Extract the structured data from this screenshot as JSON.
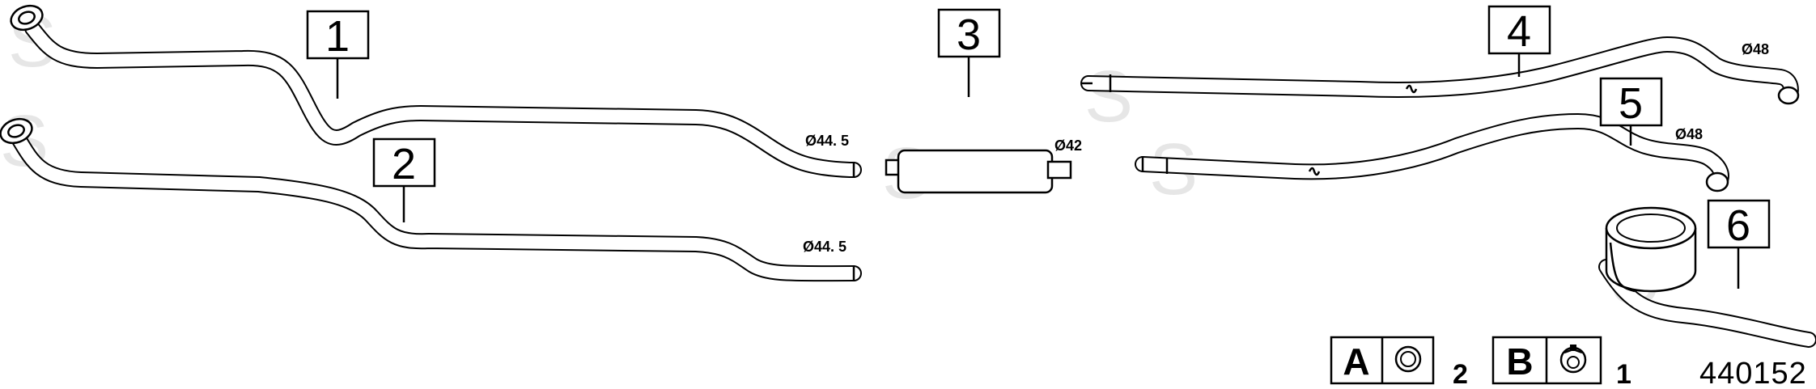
{
  "diagram": {
    "parts": [
      {
        "id": "1",
        "label": "1",
        "diameter": "Ø44. 5"
      },
      {
        "id": "2",
        "label": "2",
        "diameter": "Ø44. 5"
      },
      {
        "id": "3",
        "label": "3",
        "diameter": "Ø42"
      },
      {
        "id": "4",
        "label": "4",
        "diameter": "Ø48"
      },
      {
        "id": "5",
        "label": "5",
        "diameter": "Ø48"
      },
      {
        "id": "6",
        "label": "6"
      }
    ],
    "legend": [
      {
        "letter": "A",
        "icon": "ring-gasket-icon",
        "quantity": "2"
      },
      {
        "letter": "B",
        "icon": "clamp-icon",
        "quantity": "1"
      }
    ],
    "document_number": "440152",
    "watermark": "S"
  }
}
